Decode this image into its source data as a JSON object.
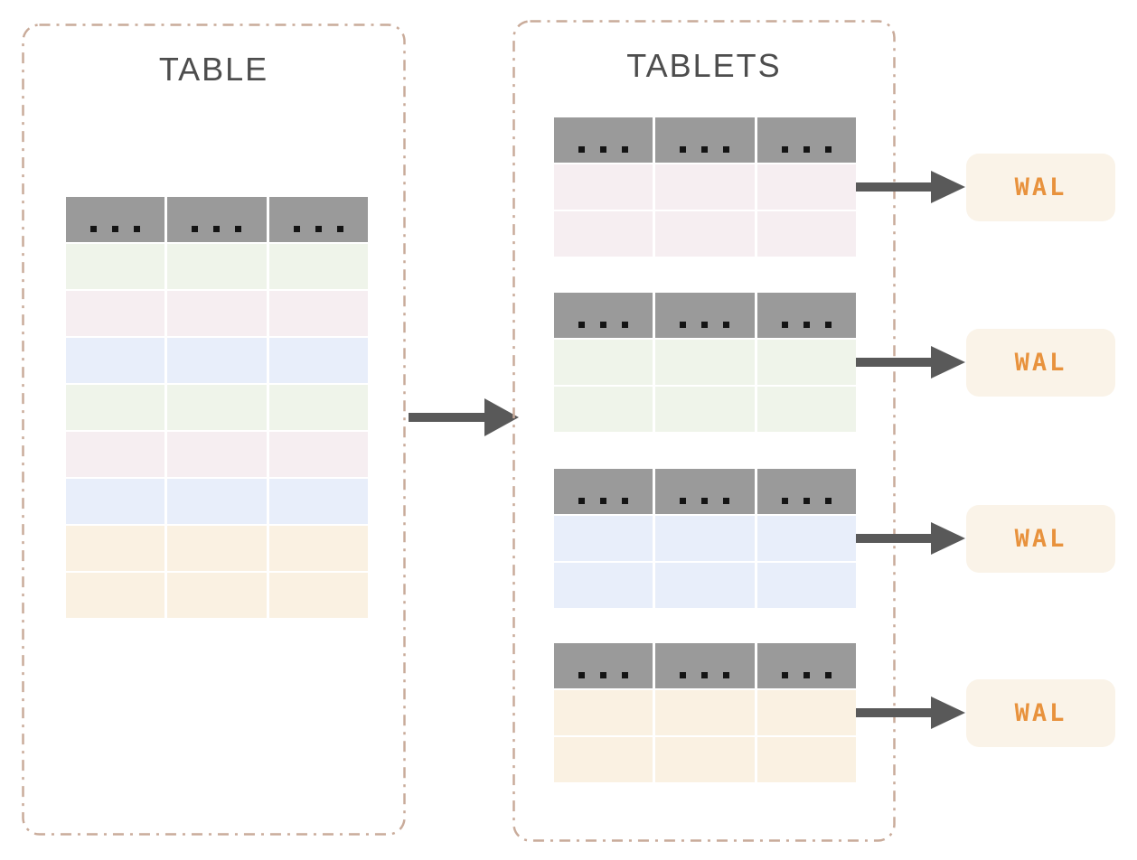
{
  "colors": {
    "page_background": "#ffffff",
    "panel_border": "#c9ab9a",
    "table_header": "#9a9a9a",
    "header_dots": "#141414",
    "row_green": "#eff4ea",
    "row_pink": "#f6eef1",
    "row_blue": "#e8eefa",
    "row_orange": "#faf1e2",
    "wal_background": "#faf3e8",
    "wal_text": "#e8923d",
    "arrow": "#595959",
    "title_text": "#4d4d4d"
  },
  "left_panel": {
    "title": "TABLE",
    "table": {
      "column_count": 3,
      "header_placeholder": "...",
      "row_colors": [
        "row_green",
        "row_pink",
        "row_blue",
        "row_green",
        "row_pink",
        "row_blue",
        "row_orange",
        "row_orange"
      ]
    }
  },
  "right_panel": {
    "title": "TABLETS",
    "tablets": [
      {
        "header_placeholder": "...",
        "row_colors": [
          "row_pink",
          "row_pink"
        ],
        "wal_label": "WAL"
      },
      {
        "header_placeholder": "...",
        "row_colors": [
          "row_green",
          "row_green"
        ],
        "wal_label": "WAL"
      },
      {
        "header_placeholder": "...",
        "row_colors": [
          "row_blue",
          "row_blue"
        ],
        "wal_label": "WAL"
      },
      {
        "header_placeholder": "...",
        "row_colors": [
          "row_orange",
          "row_orange"
        ],
        "wal_label": "WAL"
      }
    ]
  }
}
